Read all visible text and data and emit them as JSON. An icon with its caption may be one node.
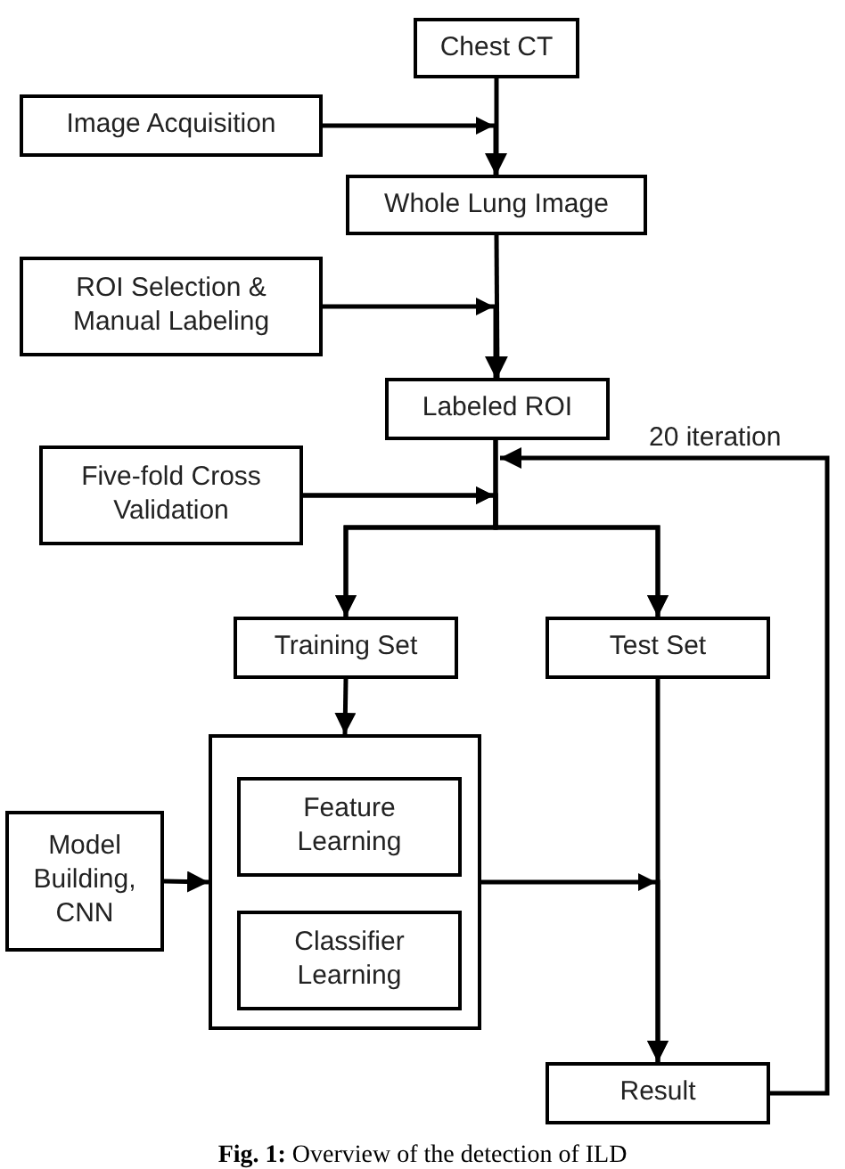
{
  "diagram": {
    "caption": "**Fig. 1:** Overview of the detection of ILD",
    "nodes": [
      {
        "text": [
          "Chest CT"
        ]
      },
      {
        "text": [
          "Image Acquisition"
        ]
      },
      {
        "text": [
          "Whole Lung Image"
        ]
      },
      {
        "text": [
          "ROI Selection & Manual Labeling"
        ]
      },
      {
        "text": [
          "Labeled ROI"
        ]
      },
      {
        "text": [
          "Five-fold Cross Validation"
        ]
      },
      {
        "text": [
          "Training Set"
        ]
      },
      {
        "text": [
          "Test Set"
        ]
      },
      {
        "text": [],
        "shape": "box"
      },
      {
        "text": [
          "Feature Learning"
        ],
        "in": 8
      },
      {
        "text": [
          "Classifier Learning"
        ],
        "in": 8
      },
      {
        "text": [
          "Model Building, CNN"
        ]
      },
      {
        "text": [
          "Result"
        ]
      }
    ],
    "edges": [
      {
        "from": 0,
        "to": 2,
        "arrow": "to"
      },
      {
        "from": 1,
        "to": 2,
        "arrow": "to"
      },
      {
        "from": 2,
        "to": 4,
        "arrow": "to"
      },
      {
        "from": 3,
        "to": 4,
        "arrow": "to"
      },
      {
        "from": 4,
        "to": 6,
        "arrow": "to"
      },
      {
        "from": 4,
        "to": 7,
        "arrow": "to"
      },
      {
        "from": 5,
        "to": 6,
        "arrow": "to"
      },
      {
        "from": 5,
        "to": 7,
        "arrow": "to"
      },
      {
        "from": 12,
        "to": 4,
        "arrow": "to",
        "label": "20 iteration"
      },
      {
        "from": 6,
        "to": 8,
        "arrow": "to"
      },
      {
        "from": 11,
        "to": 8,
        "arrow": "to"
      },
      {
        "from": 8,
        "to": 12,
        "arrow": "to"
      },
      {
        "from": 7,
        "to": 12,
        "arrow": "to"
      }
    ]
  }
}
